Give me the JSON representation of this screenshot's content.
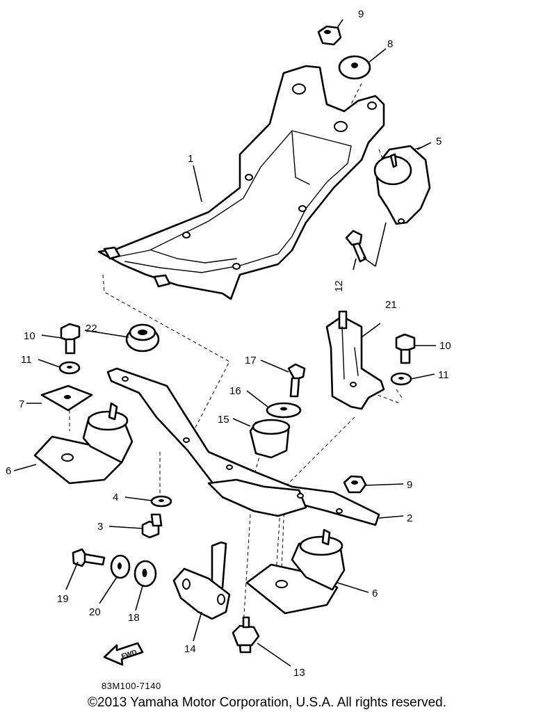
{
  "diagram": {
    "drawing_code": "83M100-7140",
    "fwd_label": "FWD",
    "copyright": "©2013 Yamaha Motor Corporation, U.S.A. All rights reserved.",
    "callouts": [
      {
        "id": "c1",
        "label": "1"
      },
      {
        "id": "c2",
        "label": "2"
      },
      {
        "id": "c3",
        "label": "3"
      },
      {
        "id": "c4",
        "label": "4"
      },
      {
        "id": "c5",
        "label": "5"
      },
      {
        "id": "c6a",
        "label": "6"
      },
      {
        "id": "c6b",
        "label": "6"
      },
      {
        "id": "c7",
        "label": "7"
      },
      {
        "id": "c8",
        "label": "8"
      },
      {
        "id": "c9a",
        "label": "9"
      },
      {
        "id": "c9b",
        "label": "9"
      },
      {
        "id": "c10a",
        "label": "10"
      },
      {
        "id": "c10b",
        "label": "10"
      },
      {
        "id": "c11a",
        "label": "11"
      },
      {
        "id": "c11b",
        "label": "11"
      },
      {
        "id": "c12",
        "label": "12"
      },
      {
        "id": "c13",
        "label": "13"
      },
      {
        "id": "c14",
        "label": "14"
      },
      {
        "id": "c15",
        "label": "15"
      },
      {
        "id": "c16",
        "label": "16"
      },
      {
        "id": "c17",
        "label": "17"
      },
      {
        "id": "c18",
        "label": "18"
      },
      {
        "id": "c19",
        "label": "19"
      },
      {
        "id": "c20",
        "label": "20"
      },
      {
        "id": "c21",
        "label": "21"
      },
      {
        "id": "c22",
        "label": "22"
      }
    ]
  }
}
